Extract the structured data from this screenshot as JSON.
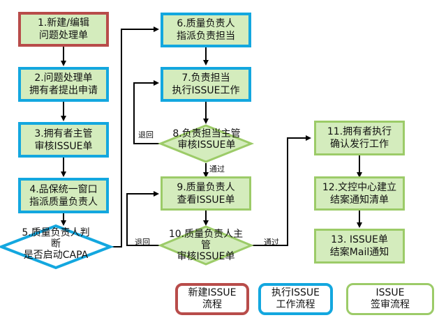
{
  "nodes": {
    "n1": [
      "1.新建/编辑",
      "问题处理单"
    ],
    "n2": [
      "2.问题处理单",
      "拥有者提出申请"
    ],
    "n3": [
      "3.拥有者主管",
      "审核ISSUE单"
    ],
    "n4": [
      "4.品保统一窗口",
      "指派质量负责人"
    ],
    "n5": [
      "5.质量负责人判",
      "断",
      "是否启动CAPA"
    ],
    "n6": [
      "6.质量负责人",
      "指派负责担当"
    ],
    "n7": [
      "7.负责担当",
      "执行ISSUE工作"
    ],
    "n8": [
      "8.负责担当主管",
      "审核ISSUE单"
    ],
    "n9": [
      "9.质量负责人",
      "查看ISSUE单"
    ],
    "n10": [
      "10.质量负责人主",
      "管",
      "审核ISSUE单"
    ],
    "n11": [
      "11.拥有者执行",
      "确认发行工作"
    ],
    "n12": [
      "12.文控中心建立",
      "结案通知清单"
    ],
    "n13": [
      "13. ISSUE单",
      "结案Mail通知"
    ]
  },
  "edge_labels": {
    "back1": "退回",
    "pass1": "通过",
    "back2": "退回",
    "pass2": "通过"
  },
  "legend": {
    "red": [
      "新建ISSUE",
      "流程"
    ],
    "blue": [
      "执行ISSUE",
      "工作流程"
    ],
    "green": [
      "ISSUE",
      "签审流程"
    ]
  },
  "colors": {
    "red_border": "#b84c4a",
    "blue_border": "#13a7df",
    "green_border": "#9ccb68",
    "node_fill": "#d4ecbd"
  }
}
